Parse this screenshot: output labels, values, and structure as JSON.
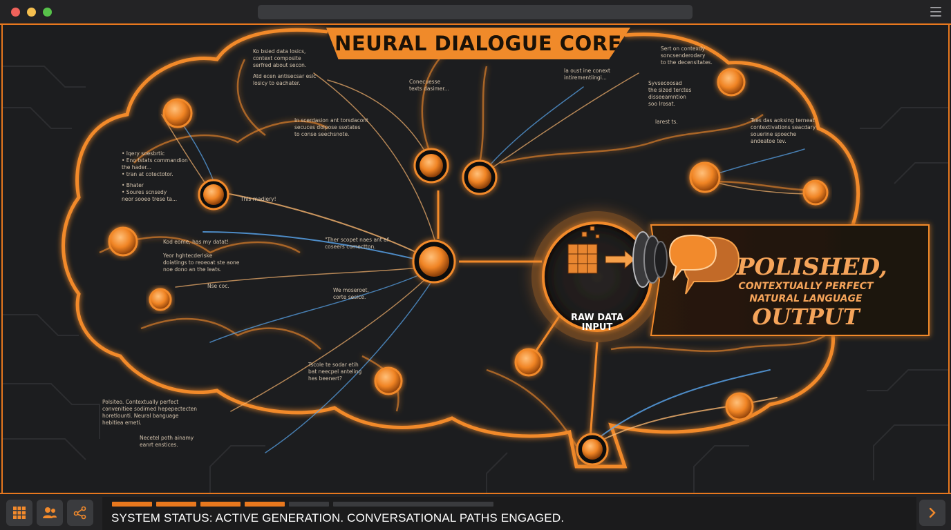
{
  "window": {
    "title_banner": "NEURAL DIALOGUE CORE"
  },
  "core": {
    "input_label": "RAW DATA\nINPUT"
  },
  "output": {
    "line1": "POLISHED,",
    "line2": "CONTEXTUALLY PERFECT\nNATURAL LANGUAGE",
    "line3": "OUTPUT"
  },
  "annotations": [
    {
      "id": "a1",
      "text": "Ko bsied data losics,\ncontext composite\nserfred about secon."
    },
    {
      "id": "a2",
      "text": "Atd ecen antisecsar esic\nlosicy to eachater."
    },
    {
      "id": "a3",
      "text": "Conecuesse\ntexts dasimer..."
    },
    {
      "id": "a4",
      "text": "In scerdasion ant torsdacont\nsecuces doipose ssotates\nto conse seechsnote."
    },
    {
      "id": "a5",
      "text": "Ia oust ine conext\nintirementiingi..."
    },
    {
      "id": "a6",
      "text": "Sert on contexdy\nsoncsenderodary\nto the decensitates."
    },
    {
      "id": "a7",
      "text": "Syvsecoosad\nthe sized terctes\ndisseeamntion\nsoo lrosat."
    },
    {
      "id": "a8",
      "text": "larest ts."
    },
    {
      "id": "a9",
      "text": "Tses das aoksing terneat\ncontextivations seacdary\nsouerine spoeche\nandeatoe tev."
    },
    {
      "id": "a10",
      "text": "• Iqery soesbrtic\n• Eno tstats commandion\n   the hader...\n• tran at cotectotor."
    },
    {
      "id": "a11",
      "text": "• Bhater\n• Soures scnsedy\n  neor sooeo trese ta..."
    },
    {
      "id": "a12",
      "text": "This madiery!"
    },
    {
      "id": "a13",
      "text": "Kod eome, has my datat!"
    },
    {
      "id": "a14",
      "text": "\"Ther scopet naes ant af\ncoseers comectton."
    },
    {
      "id": "a15",
      "text": "Yeor hghtecderiske\ndoiatings to reoeoat ste aone\nnoe dono an the leats."
    },
    {
      "id": "a16",
      "text": "Nse coc."
    },
    {
      "id": "a17",
      "text": "We moseroet,\ncorte sesice."
    },
    {
      "id": "a18",
      "text": "Tscole te sodar etih\nbat neecpel anteling\nhes beenert?"
    },
    {
      "id": "a19",
      "text": "Polsiteo. Contextually perfect\nconvenitiee sodirned hepepectecten\nhoretlounti. Neural banguage\nhebitiea emeti."
    },
    {
      "id": "a20",
      "text": "Necetel poth ainamy\neanrt enstices."
    }
  ],
  "statusbar": {
    "progress_filled": 4,
    "progress_total": 6,
    "status_text": "SYSTEM STATUS: ACTIVE GENERATION. CONVERSATIONAL PATHS ENGAGED."
  },
  "colors": {
    "accent": "#e8781e",
    "node": "#f28a2c",
    "glow_blue": "#5aa8f0",
    "background": "#1c1d1f",
    "text_white": "#ffffff"
  },
  "icons": {
    "tool1": "grid-icon",
    "tool2": "users-icon",
    "tool3": "share-graph-icon",
    "next": "chevron-right-icon",
    "menu": "hamburger-menu-icon"
  }
}
